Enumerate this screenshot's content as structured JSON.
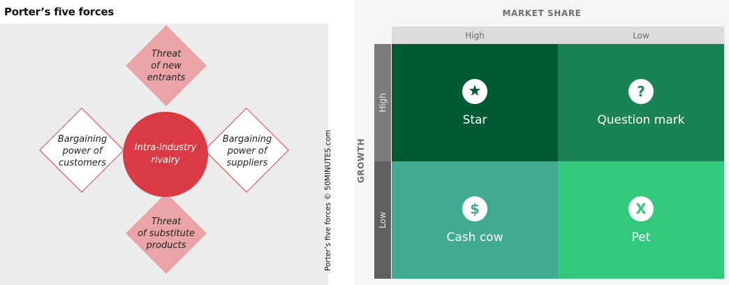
{
  "porter": {
    "title": "Porter’s five forces",
    "center": {
      "line1": "Intra-industry",
      "line2": "rivalry"
    },
    "forces": {
      "top": {
        "line1": "Threat",
        "line2": "of new",
        "line3": "entrants"
      },
      "bottom": {
        "line1": "Threat",
        "line2": "of substitute",
        "line3": "products"
      },
      "left": {
        "line1": "Bargaining",
        "line2": "power of",
        "line3": "customers"
      },
      "right": {
        "line1": "Bargaining",
        "line2": "power of",
        "line3": "suppliers"
      }
    },
    "credit": "Porter’s five forces  ©  50MINUTES.com",
    "colors": {
      "filled_diamond": "#eaa4a6",
      "outline_diamond": "#d93a43",
      "hub": "#d93a43",
      "canvas": "#ececec"
    }
  },
  "bcg": {
    "axis_top": "MARKET SHARE",
    "axis_left": "GROWTH",
    "columns": [
      "High",
      "Low"
    ],
    "rows": [
      "High",
      "Low"
    ],
    "cells": {
      "star": {
        "label": "Star",
        "icon": "star-icon",
        "glyph": "★",
        "color": "#005a33"
      },
      "question_mark": {
        "label": "Question mark",
        "icon": "question-icon",
        "glyph": "?",
        "color": "#1a8355"
      },
      "cash_cow": {
        "label": "Cash cow",
        "icon": "dollar-icon",
        "glyph": "$",
        "color": "#40ab92"
      },
      "pet": {
        "label": "Pet",
        "icon": "x-icon",
        "glyph": "X",
        "color": "#33c97c"
      }
    },
    "colors": {
      "column_header": "#dcdcdc",
      "row_header_high": "#7c7c7c",
      "row_header_low": "#5f5f5f"
    }
  }
}
